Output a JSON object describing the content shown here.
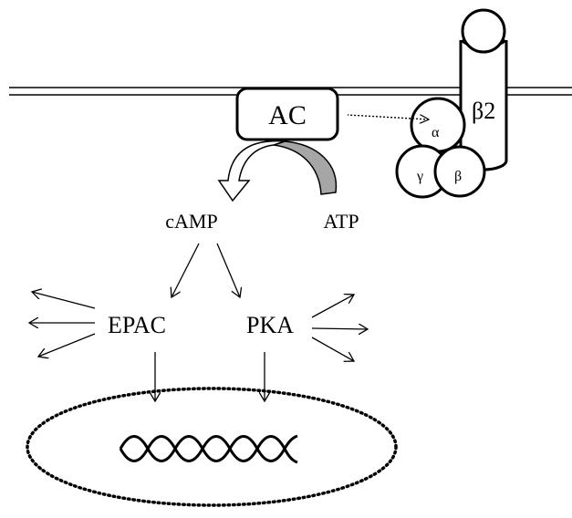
{
  "diagram": {
    "enzyme": "AC",
    "receptor": "β2",
    "subunits": {
      "alpha": "α",
      "gamma": "γ",
      "beta": "β"
    },
    "substrate": "ATP",
    "product": "cAMP",
    "effectors": {
      "left": "EPAC",
      "right": "PKA"
    }
  },
  "colors": {
    "ink": "#000000",
    "background": "#ffffff",
    "conversion_arrow_fill": "#a6a6a6"
  }
}
